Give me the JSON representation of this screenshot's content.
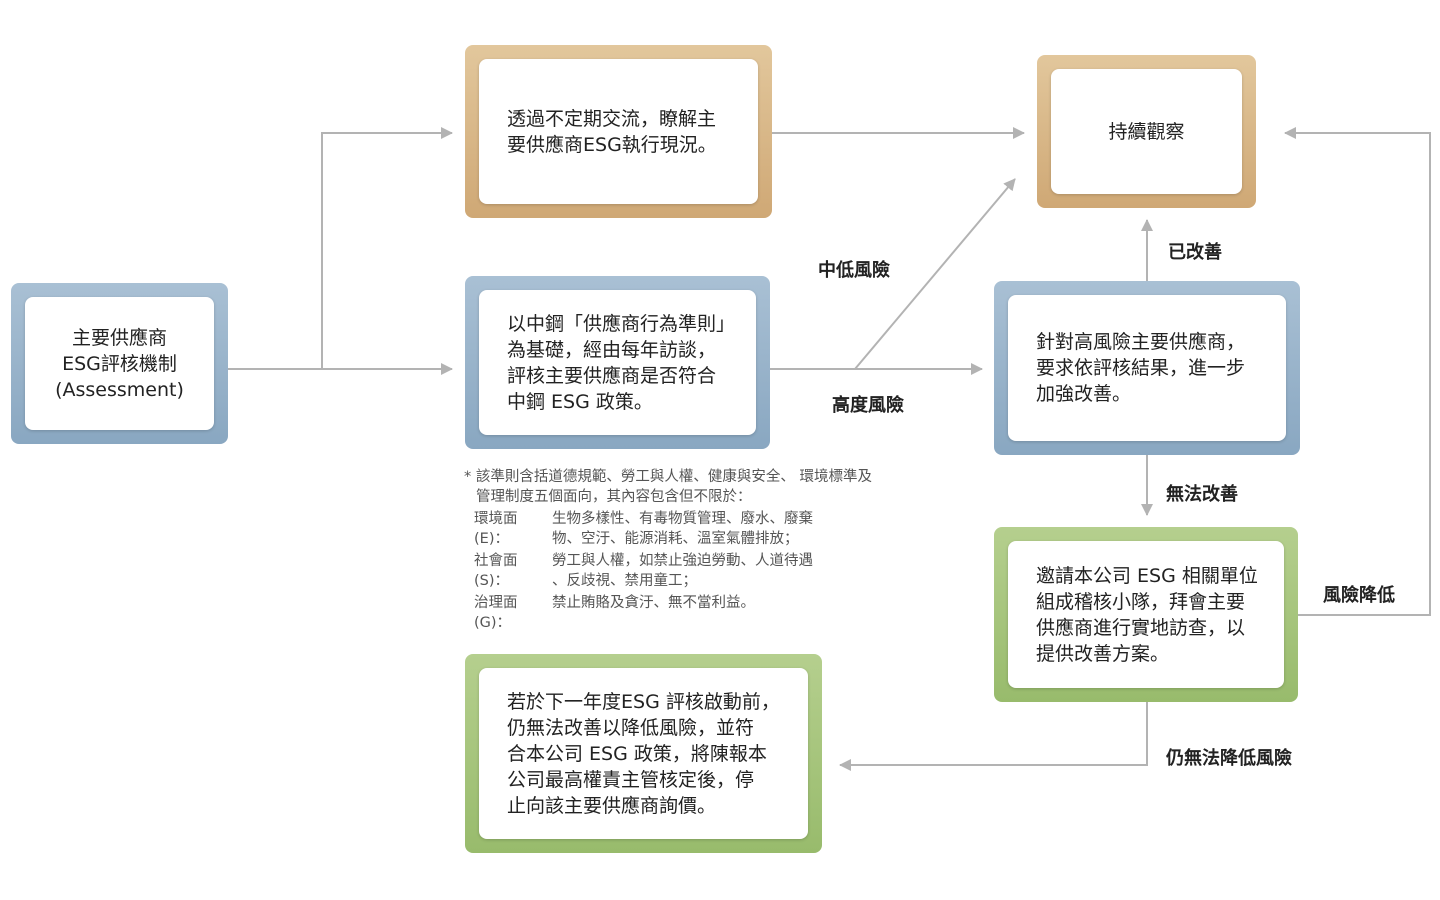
{
  "nodes": {
    "assessment": "主要供應商\nESG評核機制\n(Assessment)",
    "exchange": "透過不定期交流，瞭解主\n要供應商ESG執行現況。",
    "interview": "以中鋼「供應商行為準則」\n為基礎，經由每年訪談，\n評核主要供應商是否符合\n中鋼 ESG 政策。",
    "observe": "持續觀察",
    "high_risk_action": "針對高風險主要供應商，\n要求依評核結果，進一步\n加強改善。",
    "audit_team": "邀請本公司 ESG 相關單位\n組成稽核小隊，拜會主要\n供應商進行實地訪查，以\n提供改善方案。",
    "stop_inquiry": "若於下一年度ESG 評核啟動前，\n仍無法改善以降低風險，並符\n合本公司 ESG 政策，將陳報本\n公司最高權責主管核定後，停\n止向該主要供應商詢價。"
  },
  "edge_labels": {
    "mid_low_risk": "中低風險",
    "high_risk": "高度風險",
    "improved": "已改善",
    "cannot_improve": "無法改善",
    "risk_reduced": "風險降低",
    "still_cannot_reduce": "仍無法降低風險"
  },
  "note": {
    "intro": "* 該準則含括道德規範、勞工與人權、健康與安全、 環境標準及管理制度五個面向，其內容包含但不限於：",
    "items": [
      {
        "key": "環境面(E)：",
        "value": "生物多樣性、有毒物質管理、廢水、廢棄\n物、空汙、能源消耗、溫室氣體排放；"
      },
      {
        "key": "社會面(S)：",
        "value": "勞工與人權，如禁止強迫勞動、人道待遇\n、反歧視、禁用童工；"
      },
      {
        "key": "治理面(G)：",
        "value": "禁止賄賂及貪汙、無不當利益。"
      }
    ]
  },
  "colors": {
    "arrow": "#b3b3b3",
    "frame_tan": "#d9b889",
    "frame_blue": "#9ab4cb",
    "frame_green": "#a8c67e",
    "note_text": "#555555"
  }
}
